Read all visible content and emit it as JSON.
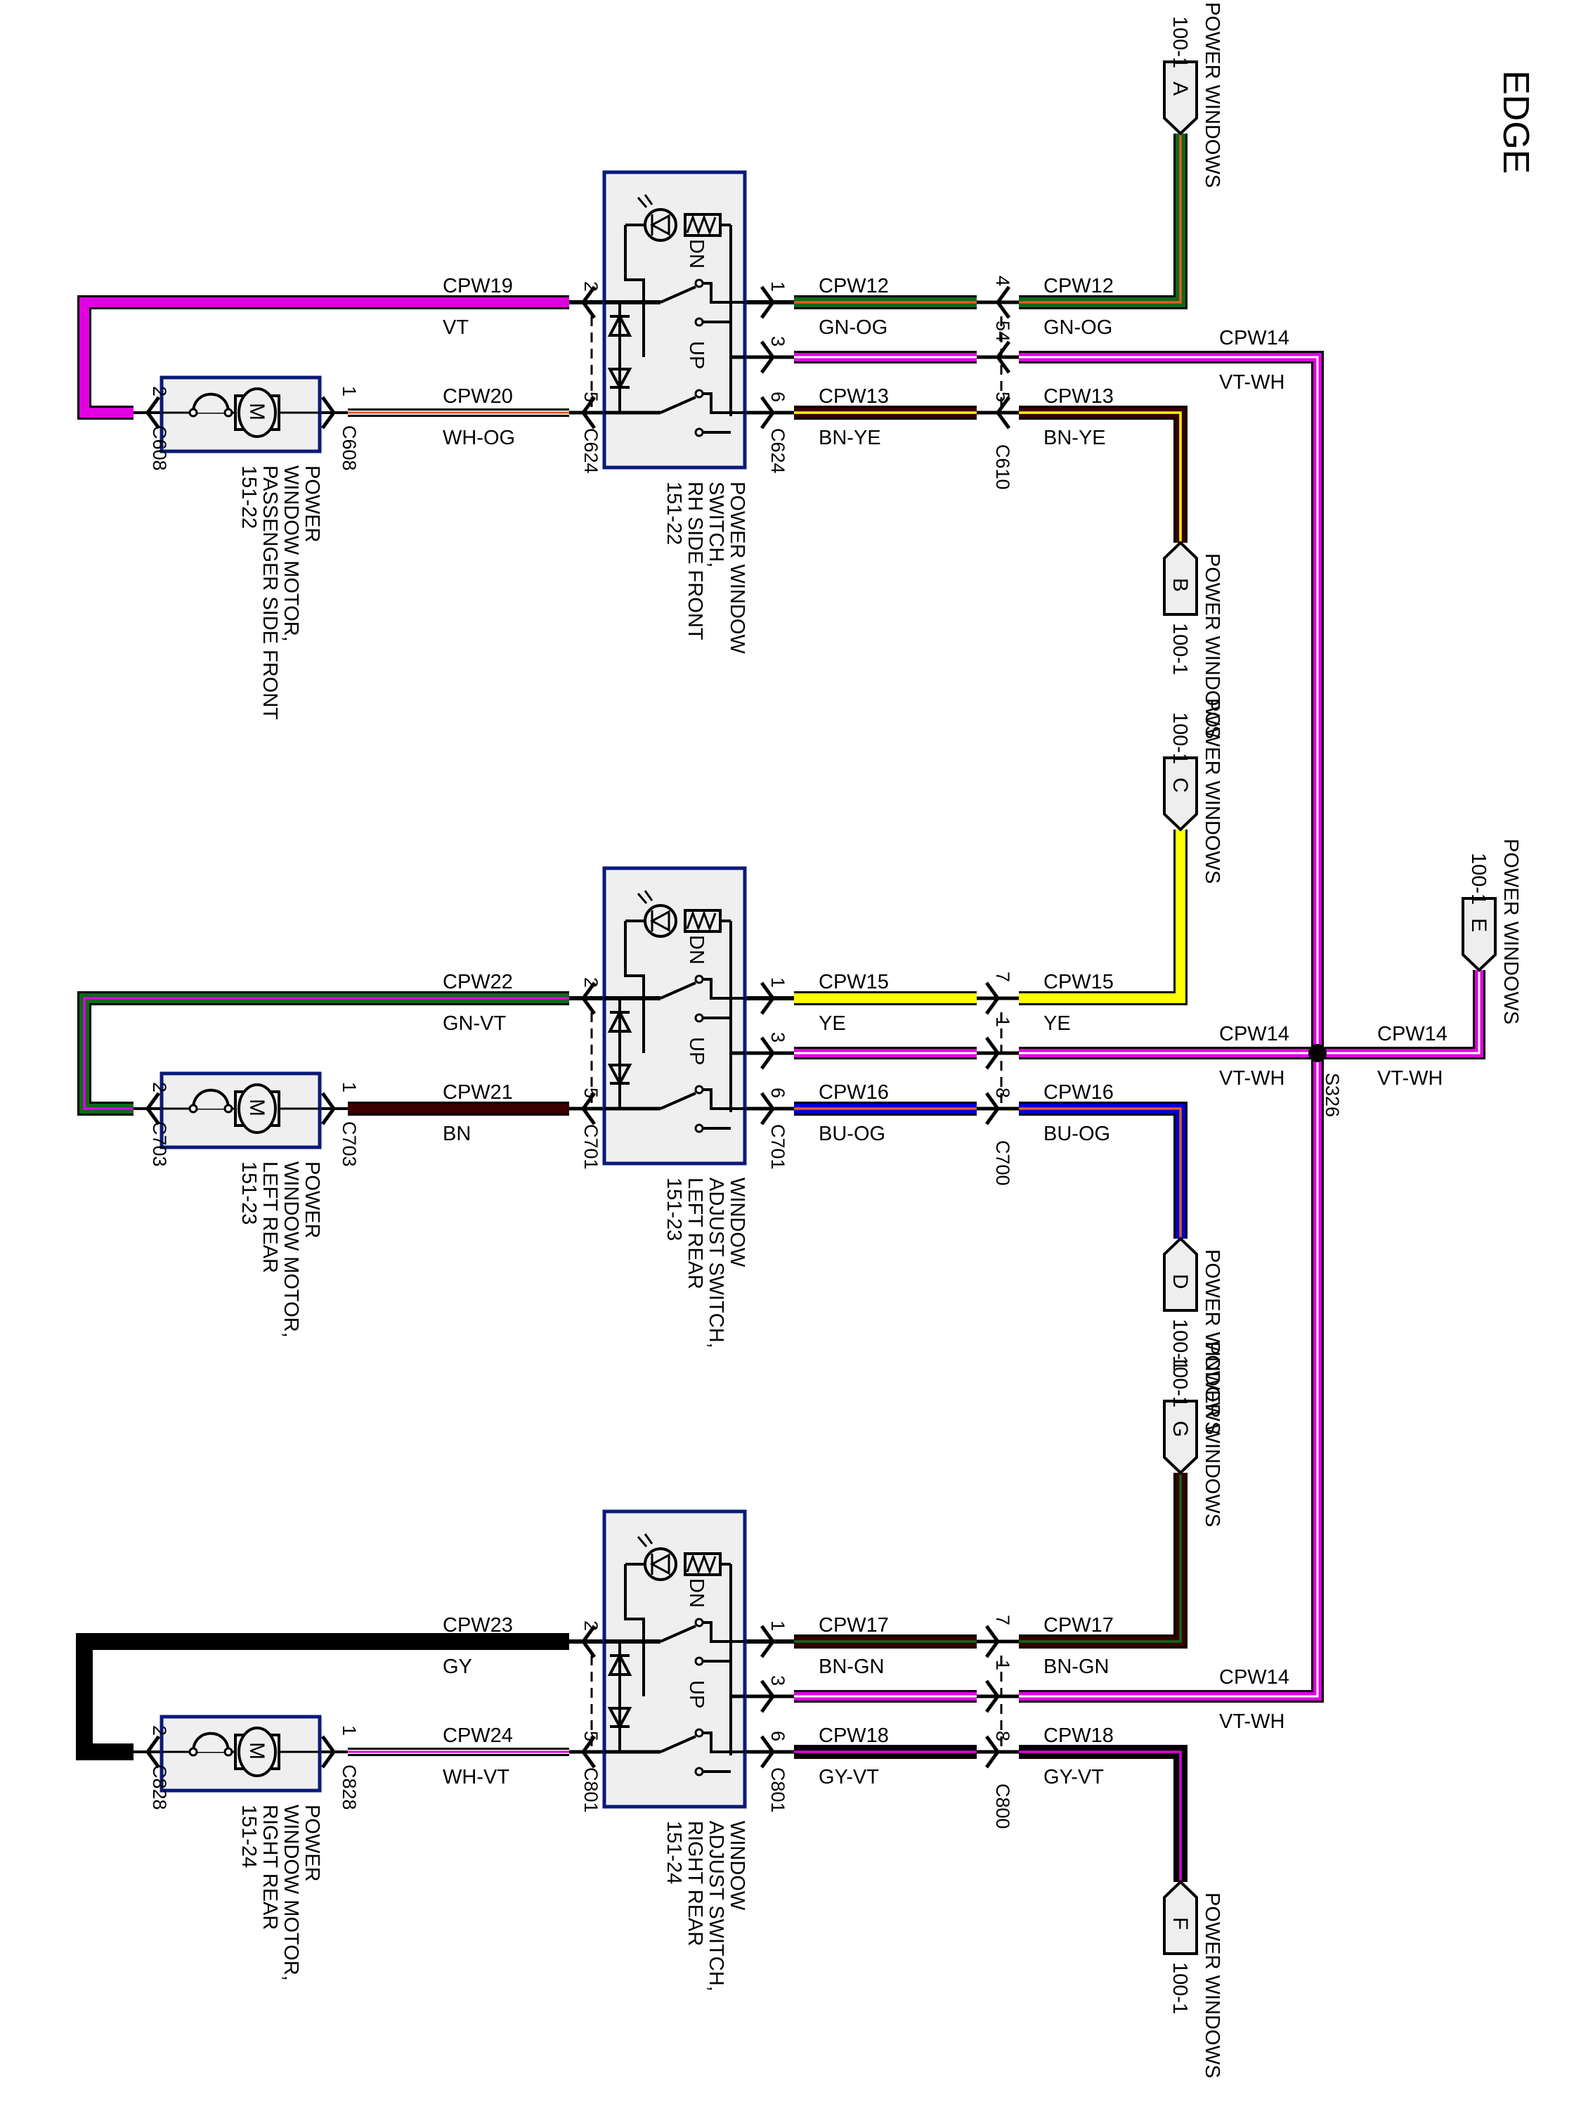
{
  "title": "EDGE",
  "colors": {
    "VT": "#e000e0",
    "WH": "#ffffff",
    "OG": "#e85a1e",
    "GN": "#0a6a1a",
    "BN": "#3a0000",
    "YE": "#ffff00",
    "BU": "#0000cc",
    "GY": "#000000",
    "outline": "#000000",
    "component_border": "#0a1a7a",
    "component_fill": "#efefef"
  },
  "offpage_tags": [
    {
      "letter": "A",
      "label": "POWER WINDOWS",
      "ref": "100-1"
    },
    {
      "letter": "B",
      "label": "POWER WINDOWS",
      "ref": "100-1"
    },
    {
      "letter": "C",
      "label": "POWER WINDOWS",
      "ref": "100-1"
    },
    {
      "letter": "D",
      "label": "POWER WINDOWS",
      "ref": "100-1"
    },
    {
      "letter": "E",
      "label": "POWER WINDOWS",
      "ref": "100-1"
    },
    {
      "letter": "F",
      "label": "POWER WINDOWS",
      "ref": "100-1"
    },
    {
      "letter": "G",
      "label": "POWER WINDOWS",
      "ref": "100-1"
    }
  ],
  "splice": {
    "id": "S326"
  },
  "sections": [
    {
      "switch": {
        "name_lines": [
          "POWER WINDOW",
          "SWITCH,",
          "RH SIDE FRONT",
          "151-22"
        ],
        "connector": "C624",
        "dn": "DN",
        "up": "UP"
      },
      "motor": {
        "name_lines": [
          "POWER",
          "WINDOW MOTOR,",
          "PASSENGER SIDE FRONT",
          "151-22"
        ],
        "connector": "C608",
        "symbol": "M"
      },
      "inline_connector": "C610",
      "wires": [
        {
          "circuit": "CPW12",
          "color": "GN-OG",
          "switch_pin": "1",
          "inline_pin": "4",
          "tag": "A"
        },
        {
          "circuit": "CPW14",
          "color": "VT-WH",
          "switch_pin": "3",
          "inline_pin": "54"
        },
        {
          "circuit": "CPW13",
          "color": "BN-YE",
          "switch_pin": "6",
          "inline_pin": "5",
          "tag": "B"
        },
        {
          "circuit": "CPW19",
          "color": "VT",
          "switch_pin": "2",
          "motor_pin": "2"
        },
        {
          "circuit": "CPW20",
          "color": "WH-OG",
          "switch_pin": "5",
          "motor_pin": "1"
        }
      ]
    },
    {
      "switch": {
        "name_lines": [
          "WINDOW",
          "ADJUST SWITCH,",
          "LEFT REAR",
          "151-23"
        ],
        "connector": "C701",
        "dn": "DN",
        "up": "UP"
      },
      "motor": {
        "name_lines": [
          "POWER",
          "WINDOW MOTOR,",
          "LEFT REAR",
          "151-23"
        ],
        "connector": "C703",
        "symbol": "M"
      },
      "inline_connector": "C700",
      "wires": [
        {
          "circuit": "CPW15",
          "color": "YE",
          "switch_pin": "1",
          "inline_pin": "7",
          "tag": "C"
        },
        {
          "circuit": "CPW14",
          "color": "VT-WH",
          "switch_pin": "3",
          "inline_pin": "1"
        },
        {
          "circuit": "CPW16",
          "color": "BU-OG",
          "switch_pin": "6",
          "inline_pin": "8",
          "tag": "D"
        },
        {
          "circuit": "CPW22",
          "color": "GN-VT",
          "switch_pin": "2",
          "motor_pin": "2"
        },
        {
          "circuit": "CPW21",
          "color": "BN",
          "switch_pin": "5",
          "motor_pin": "1"
        }
      ],
      "trunk": {
        "circuit": "CPW14",
        "color": "VT-WH",
        "tag": "E"
      }
    },
    {
      "switch": {
        "name_lines": [
          "WINDOW",
          "ADJUST SWITCH,",
          "RIGHT REAR",
          "151-24"
        ],
        "connector": "C801",
        "dn": "DN",
        "up": "UP"
      },
      "motor": {
        "name_lines": [
          "POWER",
          "WINDOW MOTOR,",
          "RIGHT REAR",
          "151-24"
        ],
        "connector": "C828",
        "symbol": "M"
      },
      "inline_connector": "C800",
      "wires": [
        {
          "circuit": "CPW17",
          "color": "BN-GN",
          "switch_pin": "1",
          "inline_pin": "7",
          "tag": "G"
        },
        {
          "circuit": "CPW14",
          "color": "VT-WH",
          "switch_pin": "3",
          "inline_pin": "1"
        },
        {
          "circuit": "CPW18",
          "color": "GY-VT",
          "switch_pin": "6",
          "inline_pin": "8",
          "tag": "F"
        },
        {
          "circuit": "CPW23",
          "color": "GY",
          "switch_pin": "2",
          "motor_pin": "2"
        },
        {
          "circuit": "CPW24",
          "color": "WH-VT",
          "switch_pin": "5",
          "motor_pin": "1"
        }
      ]
    }
  ]
}
